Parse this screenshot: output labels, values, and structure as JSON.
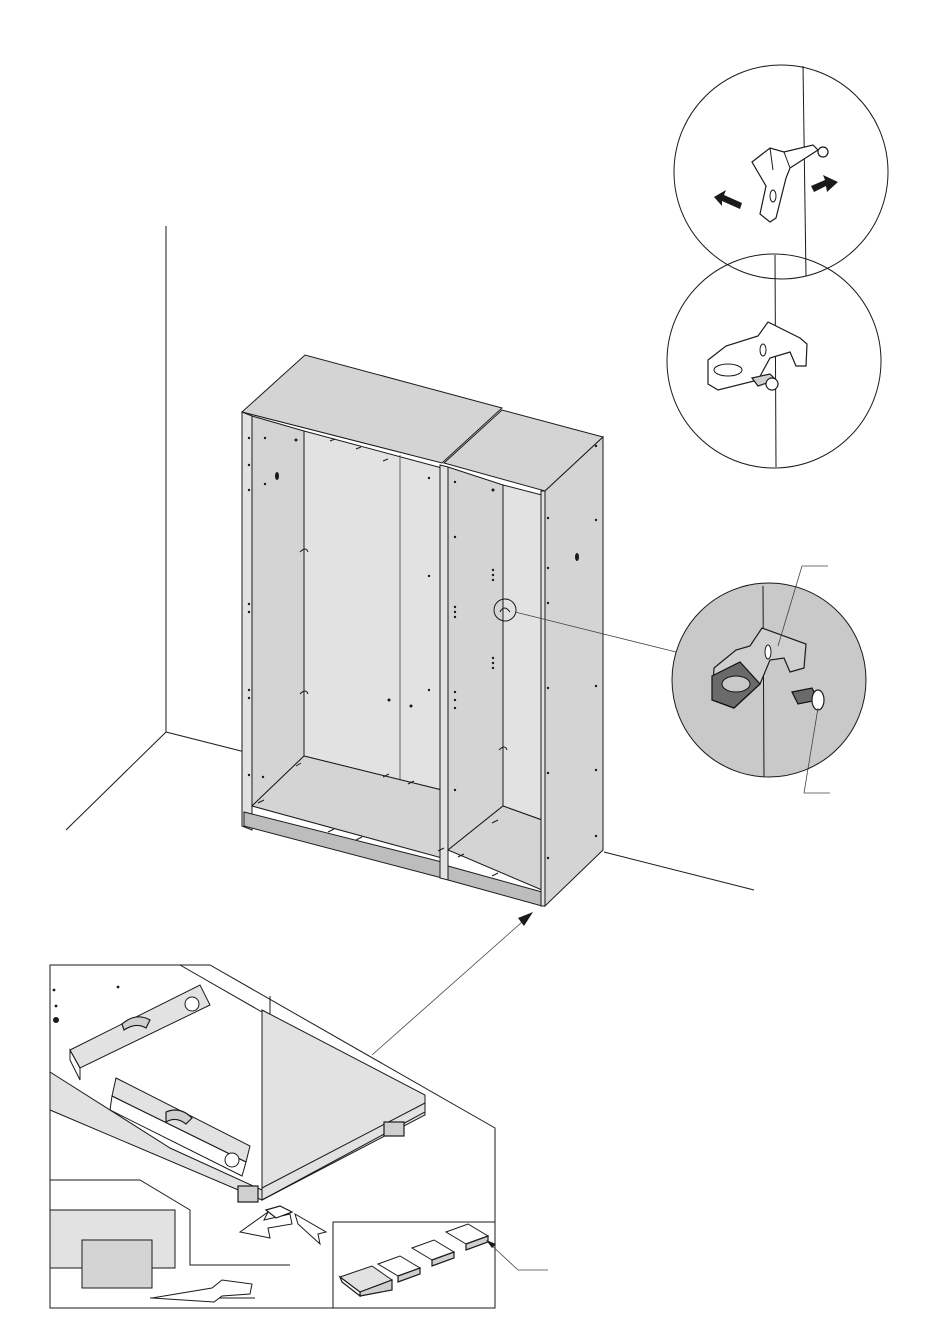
{
  "page": {
    "kind": "assembly-instruction-sheet",
    "step_elements": [
      "room-corner",
      "wardrobe-two-sections",
      "wall-bracket-detail-top",
      "wall-bracket-detail-bottom",
      "wall-bracket-closeup",
      "levelling-inset",
      "wedge-shims-inset"
    ]
  },
  "colors": {
    "line": "#1a1a1a",
    "panel": "#d4d4d4",
    "panel_dark": "#bdbdbd",
    "bracket_dark": "#6a6a6a",
    "background": "#ffffff"
  },
  "icons": {
    "move_left": "arrow-left-icon",
    "move_right": "arrow-right-icon",
    "push_in": "hollow-arrow-icon",
    "screw": "screw-icon",
    "spirit_level": "spirit-level-icon"
  },
  "shims": {
    "count": 4
  }
}
